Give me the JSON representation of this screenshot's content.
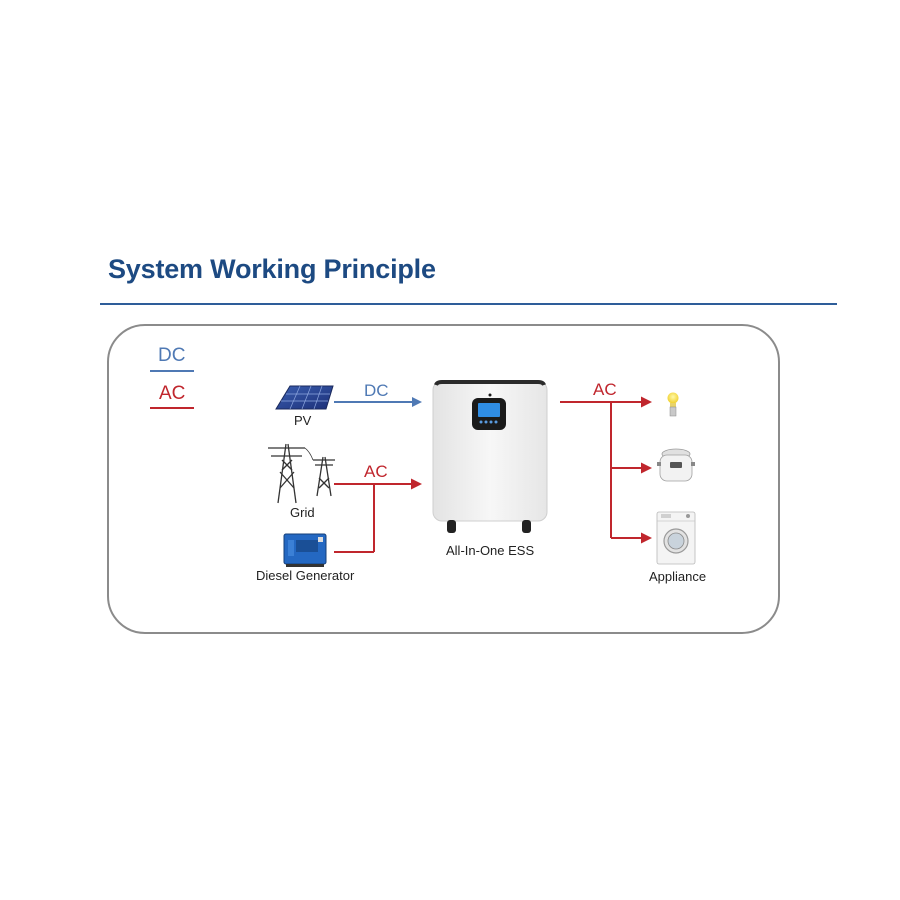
{
  "header": {
    "title": "System Working Principle"
  },
  "legend": {
    "dc_label": "DC",
    "ac_label": "AC",
    "dc_color": "#4f79b4",
    "ac_color": "#c0262d"
  },
  "sources": {
    "pv_label": "PV",
    "grid_label": "Grid",
    "generator_label": "Diesel Generator"
  },
  "flows": {
    "pv_to_ess": "DC",
    "grid_to_ess": "AC",
    "ess_to_loads": "AC"
  },
  "ess": {
    "label": "All-In-One ESS",
    "icon": "battery-cabinet-icon"
  },
  "loads": {
    "label": "Appliance",
    "items": [
      "light-bulb-icon",
      "rice-cooker-icon",
      "washing-machine-icon"
    ]
  }
}
